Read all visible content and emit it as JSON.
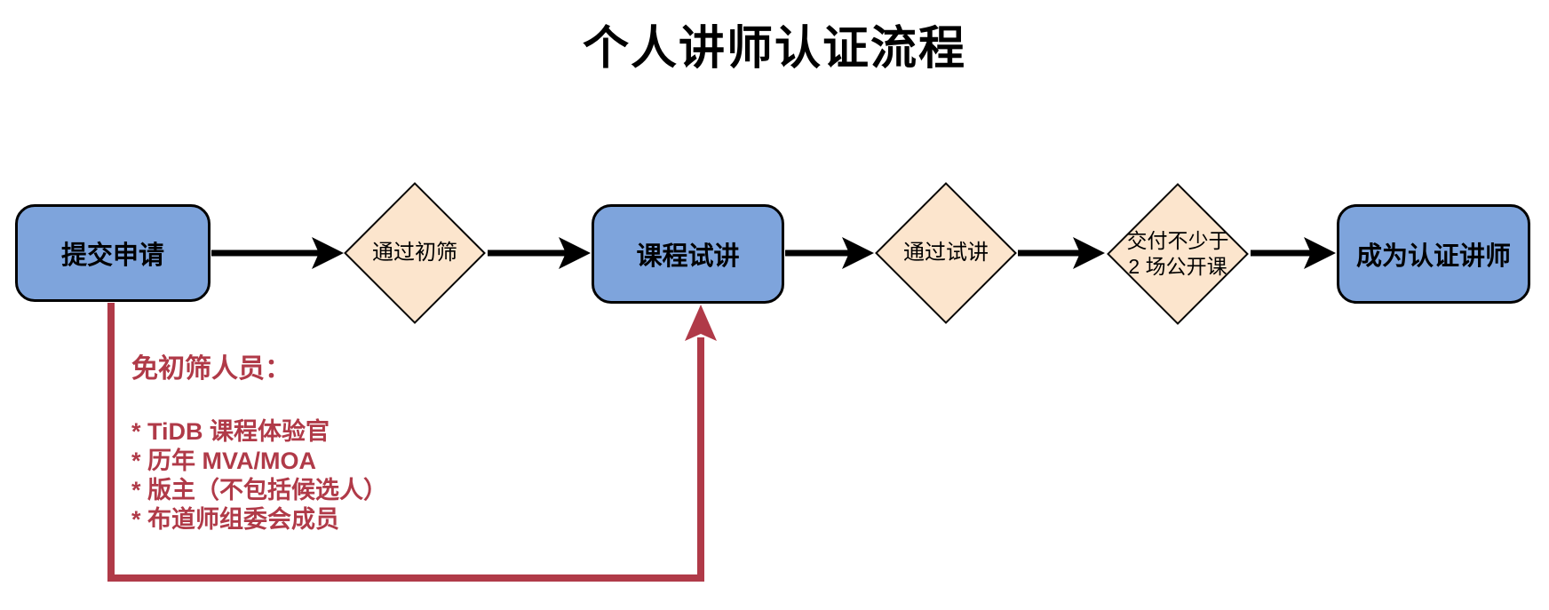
{
  "diagram": {
    "title": "个人讲师认证流程",
    "type": "flowchart",
    "colors": {
      "process_fill": "#7EA4DC",
      "process_border": "#000000",
      "decision_fill": "#FCE5CD",
      "decision_border": "#000000",
      "flow_arrow": "#000000",
      "exempt_accent": "#B03A48",
      "background": "#FFFFFF",
      "title_color": "#000000"
    },
    "nodes": [
      {
        "id": "submit",
        "type": "process",
        "label": "提交申请"
      },
      {
        "id": "screening",
        "type": "decision",
        "label": "通过初筛"
      },
      {
        "id": "trial",
        "type": "process",
        "label": "课程试讲"
      },
      {
        "id": "pass-trial",
        "type": "decision",
        "label": "通过试讲"
      },
      {
        "id": "deliver",
        "type": "decision",
        "label": "交付不少于 2 场公开课",
        "label_lines": [
          "交付不少于",
          "2 场公开课"
        ]
      },
      {
        "id": "certified",
        "type": "process",
        "label": "成为认证讲师"
      }
    ],
    "edges": [
      {
        "from": "提交申请",
        "to": "通过初筛",
        "style": "black-arrow"
      },
      {
        "from": "通过初筛",
        "to": "课程试讲",
        "style": "black-arrow"
      },
      {
        "from": "课程试讲",
        "to": "通过试讲",
        "style": "black-arrow"
      },
      {
        "from": "通过试讲",
        "to": "交付不少于 2 场公开课",
        "style": "black-arrow"
      },
      {
        "from": "交付不少于 2 场公开课",
        "to": "成为认证讲师",
        "style": "black-arrow"
      },
      {
        "from": "提交申请",
        "to": "课程试讲",
        "style": "red-bypass-arrow",
        "meaning": "免初筛直达课程试讲"
      }
    ],
    "exempt_note": {
      "heading": "免初筛人员：",
      "items": [
        "* TiDB 课程体验官",
        "* 历年 MVA/MOA",
        "* 版主（不包括候选人）",
        "* 布道师组委会成员"
      ]
    }
  }
}
